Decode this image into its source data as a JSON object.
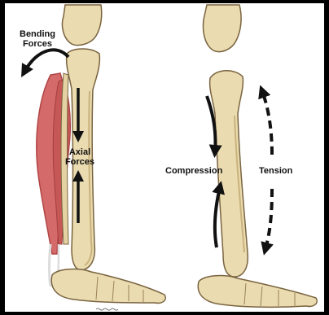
{
  "labels": {
    "bending_line1": "Bending",
    "bending_line2": "Forces",
    "axial_line1": "Axial",
    "axial_line2": "Forces",
    "compression": "Compression",
    "tension": "Tension"
  },
  "colors": {
    "bone_fill": "#eadbb0",
    "bone_shadow": "#c9b27c",
    "bone_outline": "#7a6440",
    "muscle": "#d46a6a",
    "muscle_dark": "#b14545",
    "tendon": "#eeeeee",
    "arrow": "#111111",
    "background": "#000000",
    "panel": "#ffffff"
  },
  "icons": {
    "bending_arrow": "curved-arrow-left-icon",
    "axial_down": "arrow-down-icon",
    "axial_up": "arrow-up-icon",
    "compression_down": "curved-arrow-down-icon",
    "compression_up": "curved-arrow-up-icon",
    "tension_up": "dashed-curved-arrow-up-icon",
    "tension_down": "dashed-curved-arrow-down-icon"
  }
}
